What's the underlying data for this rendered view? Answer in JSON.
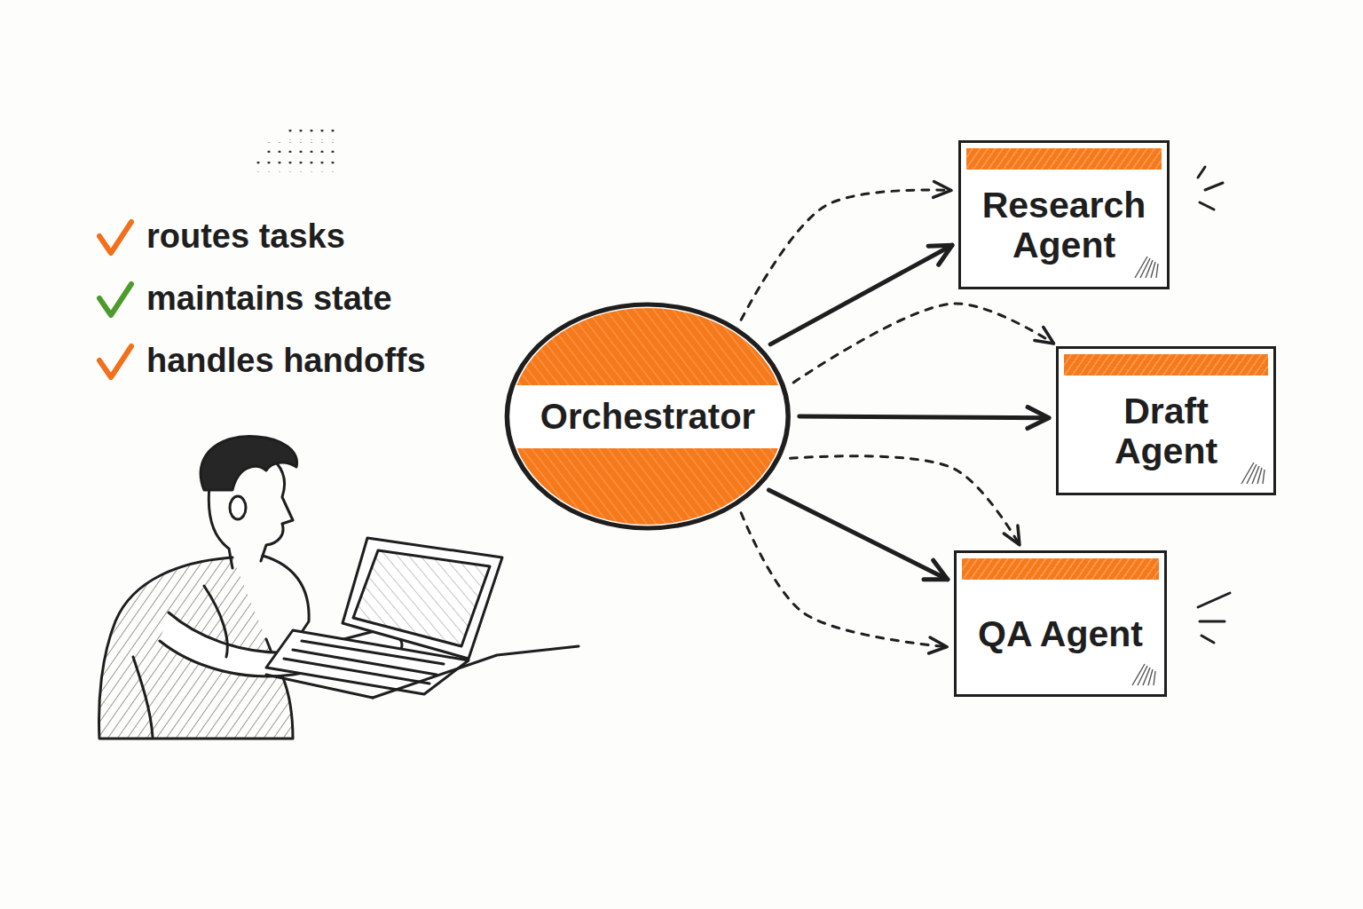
{
  "diagram": {
    "nodes": [
      {
        "text": [
          "Orchestrator"
        ]
      },
      {
        "text": [
          "Research Agent"
        ]
      },
      {
        "text": [
          "Draft Agent"
        ]
      },
      {
        "text": [
          "QA Agent"
        ]
      }
    ],
    "edges": [
      {
        "from": 0,
        "to": 1,
        "arrow": "to"
      },
      {
        "from": 0,
        "to": 1,
        "arrow": "to"
      },
      {
        "from": 0,
        "to": 2,
        "arrow": "to"
      },
      {
        "from": 0,
        "to": 2,
        "arrow": "to"
      },
      {
        "from": 0,
        "to": 3,
        "arrow": "to"
      },
      {
        "from": 0,
        "to": 3,
        "arrow": "to"
      },
      {
        "from": 0,
        "to": 3,
        "arrow": "to"
      }
    ],
    "labels": [
      "routes tasks",
      "maintains state",
      "handles handoffs"
    ]
  }
}
